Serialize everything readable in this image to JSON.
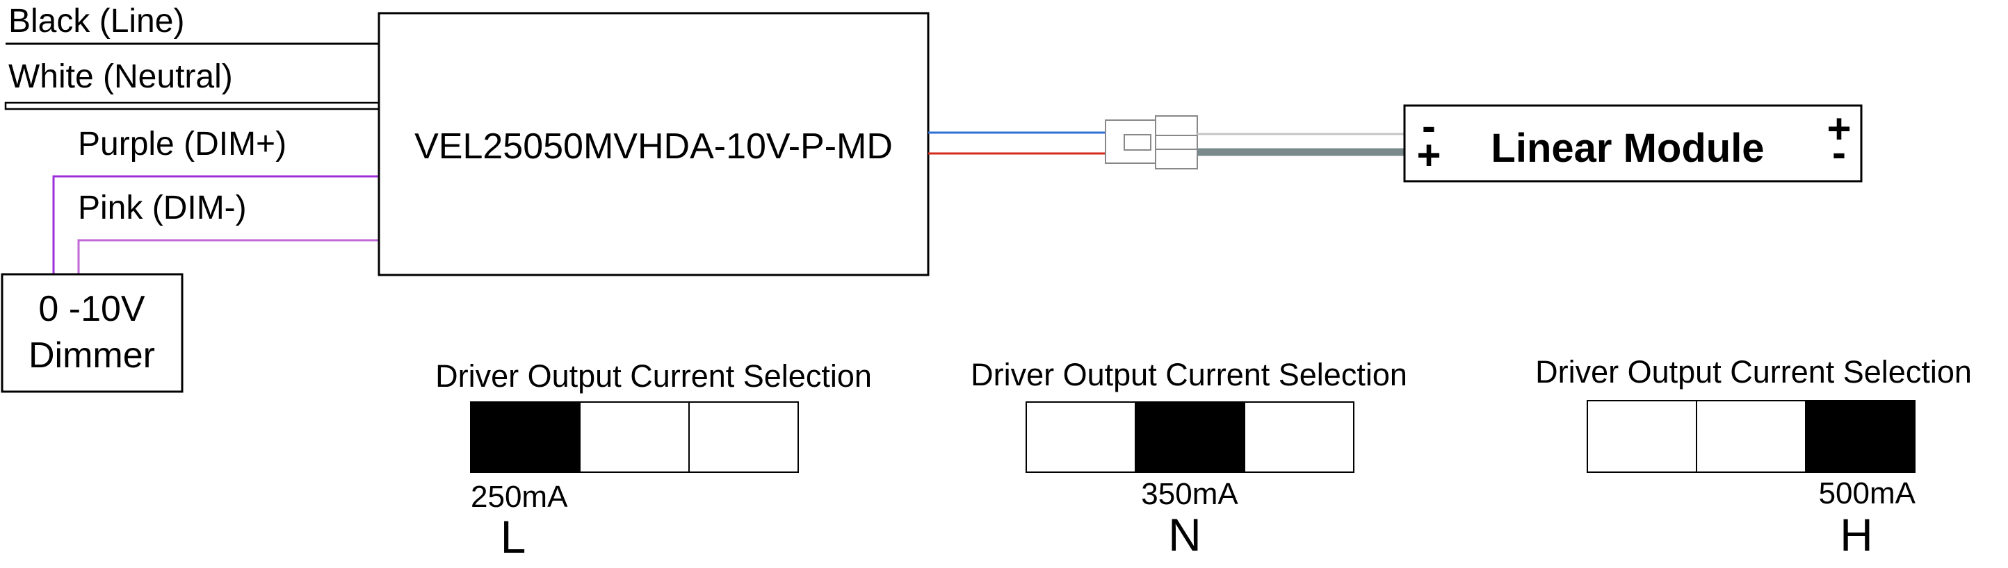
{
  "wires": {
    "black": "Black (Line)",
    "white": "White (Neutral)",
    "purple": "Purple (DIM+)",
    "pink": "Pink (DIM-)"
  },
  "driver": {
    "model": "VEL25050MVHDA-10V-P-MD"
  },
  "dimmer": {
    "line1": "0 -10V",
    "line2": "Dimmer"
  },
  "module": {
    "title": "Linear Module",
    "left_top": "-",
    "left_bottom": "+",
    "right_top": "+",
    "right_bottom": "-"
  },
  "selections": [
    {
      "title": "Driver Output Current Selection",
      "selected": 0,
      "current": "250mA",
      "code": "L"
    },
    {
      "title": "Driver Output Current Selection",
      "selected": 1,
      "current": "350mA",
      "code": "N"
    },
    {
      "title": "Driver Output Current Selection",
      "selected": 2,
      "current": "500mA",
      "code": "H"
    }
  ],
  "colors": {
    "purple_wire": "#9b30d9",
    "blue_wire": "#2f6fd6",
    "red_wire": "#d42a1e",
    "grey_wire": "#7a8a8a",
    "selected_fill": "#000000"
  }
}
